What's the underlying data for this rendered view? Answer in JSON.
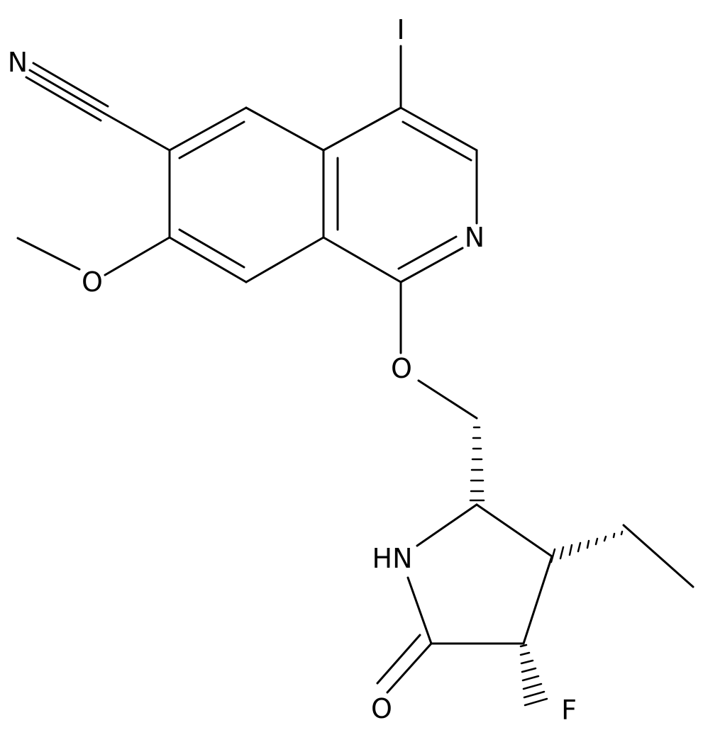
{
  "atoms": {
    "iodine": "I",
    "nitrile_nitrogen": "N",
    "ring_nitrogen": "N",
    "methoxy_oxygen": "O",
    "ether_oxygen": "O",
    "amide_nh": "HN",
    "carbonyl_oxygen": "O",
    "fluorine": "F"
  }
}
